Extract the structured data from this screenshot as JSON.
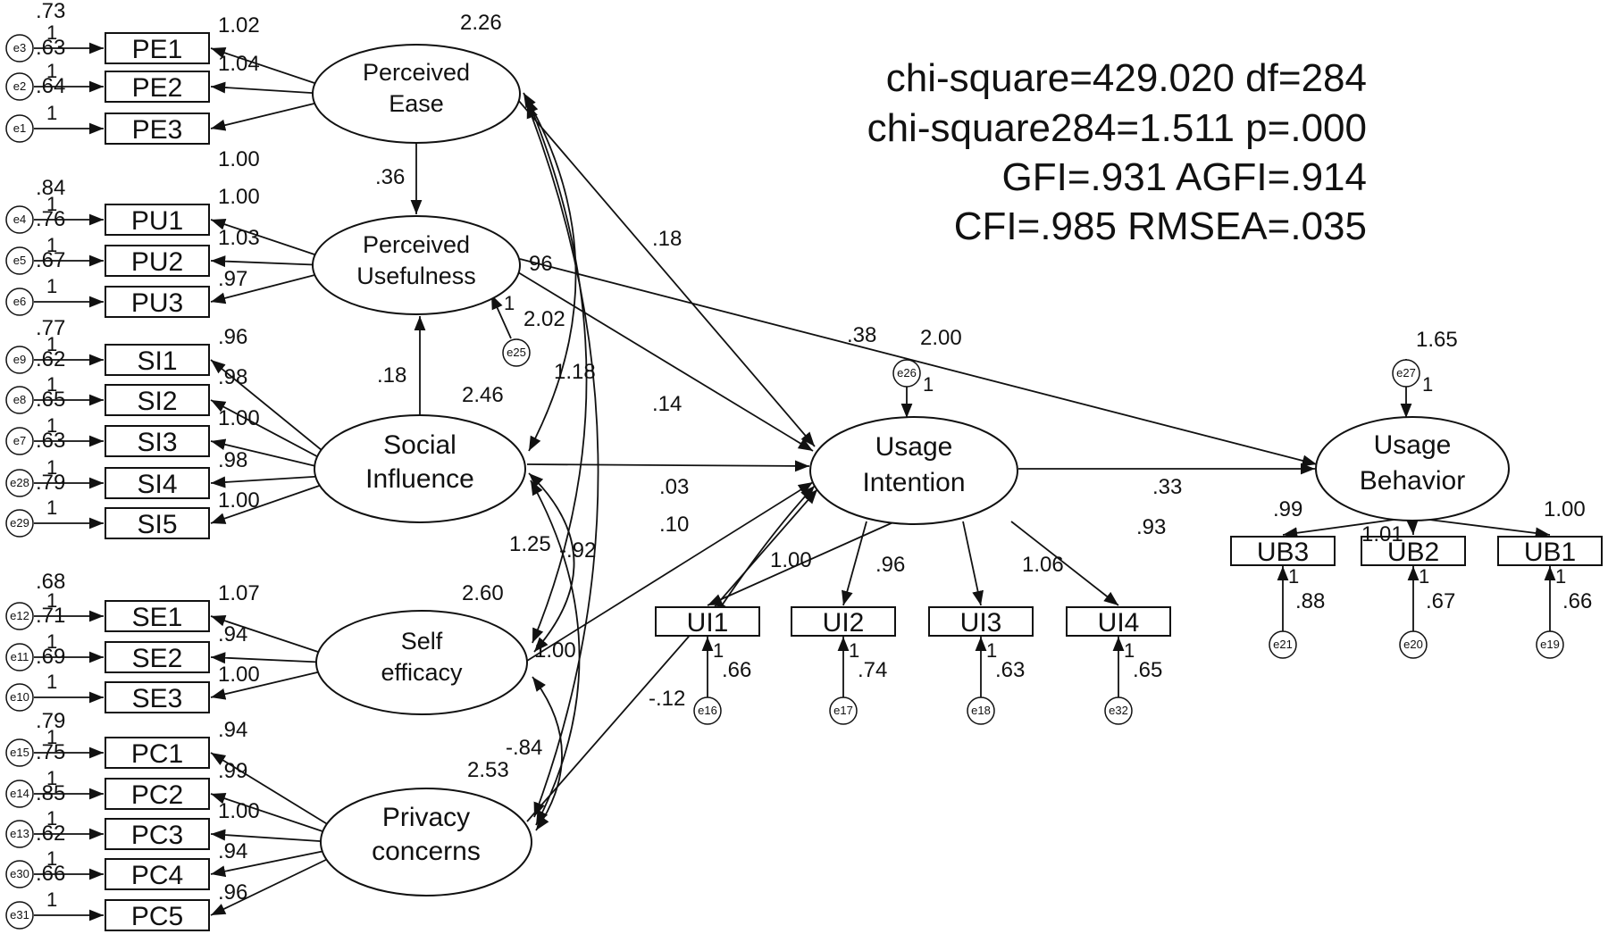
{
  "fit": [
    "chi-square=429.020 df=284",
    "chi-square284=1.511 p=.000",
    "GFI=.931 AGFI=.914",
    "CFI=.985 RMSEA=.035"
  ],
  "latents": {
    "pe": [
      "Perceived",
      "Ease"
    ],
    "pu": [
      "Perceived",
      "Usefulness"
    ],
    "si": [
      "Social",
      "Influence"
    ],
    "se": [
      "Self",
      "efficacy"
    ],
    "pc": [
      "Privacy",
      "concerns"
    ],
    "ui": [
      "Usage",
      "Intention"
    ],
    "ub": [
      "Usage",
      "Behavior"
    ]
  },
  "variances": {
    "pe": "2.26",
    "si": "2.46",
    "se": "2.60",
    "pc": "2.53",
    "ui": "2.00",
    "ub": "1.65"
  },
  "structural": {
    "pe_pu": ".36",
    "si_pu": ".18",
    "pe_ui": ".18",
    "pu_ui": ".14",
    "si_ui": ".03",
    "se_ui": ".10",
    "pc_ui": "-.12",
    "pu_ub": ".38",
    "ui_ub": ".33",
    "ui_ub_extra": "96"
  },
  "covariances": {
    "c1": "2.02",
    "c2": "1.18",
    "c3": "1.25",
    "c4": "-.92",
    "c5": "1.00",
    "c6": "-.84"
  },
  "indicators": {
    "pe": [
      {
        "name": "PE1",
        "err": "e3",
        "ev": ".63",
        "load": "1.02"
      },
      {
        "name": "PE2",
        "err": "e2",
        "ev": ".64",
        "load": "1.04"
      },
      {
        "name": "PE3",
        "err": "e1",
        "ev": "",
        "load": "1.00"
      }
    ],
    "pe_top": ".73",
    "pu": [
      {
        "name": "PU1",
        "err": "e4",
        "ev": ".76",
        "load": "1.00"
      },
      {
        "name": "PU2",
        "err": "e5",
        "ev": ".67",
        "load": "1.03"
      },
      {
        "name": "PU3",
        "err": "e6",
        "ev": "",
        "load": ".97"
      }
    ],
    "pu_top": ".84",
    "si": [
      {
        "name": "SI1",
        "err": "e9",
        "ev": ".62",
        "load": ".96"
      },
      {
        "name": "SI2",
        "err": "e8",
        "ev": ".65",
        "load": ".98"
      },
      {
        "name": "SI3",
        "err": "e7",
        "ev": ".63",
        "load": "1.00"
      },
      {
        "name": "SI4",
        "err": "e28",
        "ev": ".79",
        "load": ".98"
      },
      {
        "name": "SI5",
        "err": "e29",
        "ev": "",
        "load": "1.00"
      }
    ],
    "si_top": ".77",
    "se": [
      {
        "name": "SE1",
        "err": "e12",
        "ev": ".71",
        "load": "1.07"
      },
      {
        "name": "SE2",
        "err": "e11",
        "ev": ".69",
        "load": ".94"
      },
      {
        "name": "SE3",
        "err": "e10",
        "ev": "",
        "load": "1.00"
      }
    ],
    "se_top": ".68",
    "pc": [
      {
        "name": "PC1",
        "err": "e15",
        "ev": ".75",
        "load": ".94"
      },
      {
        "name": "PC2",
        "err": "e14",
        "ev": ".85",
        "load": ".99"
      },
      {
        "name": "PC3",
        "err": "e13",
        "ev": ".62",
        "load": "1.00"
      },
      {
        "name": "PC4",
        "err": "e30",
        "ev": ".66",
        "load": ".94"
      },
      {
        "name": "PC5",
        "err": "e31",
        "ev": "",
        "load": ".96"
      }
    ],
    "pc_top": ".79",
    "ui": [
      {
        "name": "UI1",
        "err": "e16",
        "ev": ".66",
        "load": "1.00"
      },
      {
        "name": "UI2",
        "err": "e17",
        "ev": ".74",
        "load": ".96"
      },
      {
        "name": "UI3",
        "err": "e18",
        "ev": ".63",
        "load": "1.06"
      },
      {
        "name": "UI4",
        "err": "e32",
        "ev": ".65",
        "load": ".93"
      }
    ],
    "ub": [
      {
        "name": "UB3",
        "err": "e21",
        "ev": ".88",
        "load": ".99"
      },
      {
        "name": "UB2",
        "err": "e20",
        "ev": ".67",
        "load": "1.01"
      },
      {
        "name": "UB1",
        "err": "e19",
        "ev": ".66",
        "load": "1.00"
      }
    ]
  },
  "disturbances": {
    "pu": "e25",
    "ui": "e26",
    "ub": "e27"
  },
  "fixed_one": "1"
}
